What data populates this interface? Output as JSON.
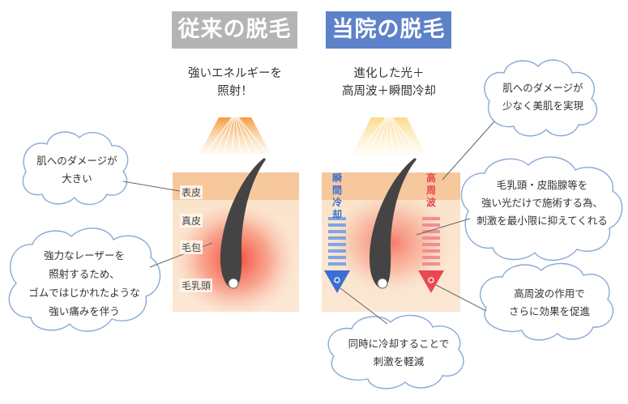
{
  "left": {
    "title": "従来の脱毛",
    "subtitle_line1": "強いエネルギーを",
    "subtitle_line2": "照射！",
    "labels": {
      "epidermis": "表皮",
      "dermis": "真皮",
      "follicle": "毛包",
      "papilla": "毛乳頭"
    },
    "cloud_top": [
      "肌へのダメージが",
      "大きい"
    ],
    "cloud_bottom": [
      "強力なレーザーを",
      "照射するため、",
      "ゴムではじかれたような",
      "強い痛みを伴う"
    ]
  },
  "right": {
    "title": "当院の脱毛",
    "subtitle_line1": "進化した光＋",
    "subtitle_line2": "高周波＋瞬間冷却",
    "arrow_cool": "瞬間冷却",
    "arrow_rf": "高周波",
    "cloud_top": [
      "肌へのダメージが",
      "少なく美肌を実現"
    ],
    "cloud_mid": [
      "毛乳頭・皮脂腺等を",
      "強い光だけで施術する為、",
      "刺激を最小限に抑えてくれる"
    ],
    "cloud_bottom_right": [
      "高周波の作用で",
      "さらに効果を促進"
    ],
    "cloud_bottom": [
      "同時に冷却することで",
      "刺激を軽減"
    ]
  },
  "colors": {
    "left_header": "#b4b4b4",
    "right_header": "#5d82c9",
    "heat": "#f08a3a",
    "cool": "#4a78d0",
    "rf": "#e8565a",
    "skin": "#f9d7b4"
  }
}
